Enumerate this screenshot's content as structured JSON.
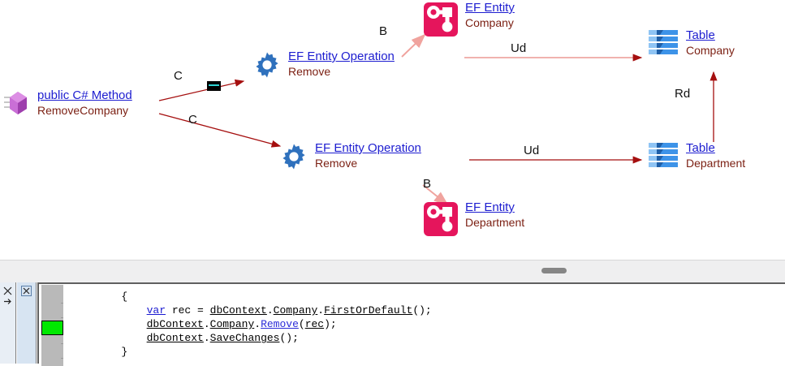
{
  "diagram": {
    "nodes": [
      {
        "id": "method",
        "icon": "csharp-method-cube-icon",
        "title": "public C# Method",
        "subtitle": "RemoveCompany"
      },
      {
        "id": "op-company",
        "icon": "gear-icon",
        "title": "EF Entity Operation",
        "subtitle": "Remove"
      },
      {
        "id": "op-department",
        "icon": "gear-icon",
        "title": "EF Entity Operation",
        "subtitle": "Remove"
      },
      {
        "id": "entity-company",
        "icon": "ef-entity-icon",
        "title": "EF Entity",
        "subtitle": "Company"
      },
      {
        "id": "entity-department",
        "icon": "ef-entity-icon",
        "title": "EF Entity",
        "subtitle": "Department"
      },
      {
        "id": "table-company",
        "icon": "database-table-icon",
        "title": "Table",
        "subtitle": "Company"
      },
      {
        "id": "table-department",
        "icon": "database-table-icon",
        "title": "Table",
        "subtitle": "Department"
      }
    ],
    "edges": [
      {
        "id": "c-top",
        "label": "C",
        "from": "method",
        "to": "op-company"
      },
      {
        "id": "c-bottom",
        "label": "C",
        "from": "method",
        "to": "op-department"
      },
      {
        "id": "b-top",
        "label": "B",
        "from": "op-company",
        "to": "entity-company"
      },
      {
        "id": "b-bottom",
        "label": "B",
        "from": "op-department",
        "to": "entity-department"
      },
      {
        "id": "ud-top",
        "label": "Ud",
        "from": "op-company",
        "to": "table-company"
      },
      {
        "id": "ud-bottom",
        "label": "Ud",
        "from": "op-department",
        "to": "table-department"
      },
      {
        "id": "rd",
        "label": "Rd",
        "from": "table-department",
        "to": "table-company"
      }
    ],
    "colors": {
      "link_text": "#1d1dd0",
      "sub_text": "#7b1f12",
      "arrow_dark_red": "#a50f0f",
      "arrow_light_red": "#e8837f",
      "arrow_pink": "#f3b2ad",
      "gear_blue": "#2f71bd",
      "entity_pink": "#e5155c",
      "table_blue": "#3d93e8",
      "cube_purple": "#c05ecb"
    }
  },
  "splitter": {
    "grip": "splitter-grip"
  },
  "code_pane": {
    "dock_icons": {
      "close_a": "✕",
      "arrow_a": "→",
      "close_b": "✕"
    },
    "bookmark": "bookmark-marker",
    "lines": [
      {
        "indent": "        ",
        "segments": [
          {
            "text": "{",
            "style": "plain"
          }
        ]
      },
      {
        "indent": "            ",
        "segments": [
          {
            "text": "var",
            "style": "kw"
          },
          {
            "text": " rec = ",
            "style": "plain"
          },
          {
            "text": "dbContext",
            "style": "id-u"
          },
          {
            "text": ".",
            "style": "plain"
          },
          {
            "text": "Company",
            "style": "id-u"
          },
          {
            "text": ".",
            "style": "plain"
          },
          {
            "text": "FirstOrDefault",
            "style": "id-u"
          },
          {
            "text": "();",
            "style": "plain"
          }
        ]
      },
      {
        "indent": "            ",
        "segments": [
          {
            "text": "dbContext",
            "style": "id-u"
          },
          {
            "text": ".",
            "style": "plain"
          },
          {
            "text": "Company",
            "style": "id-u"
          },
          {
            "text": ".",
            "style": "plain"
          },
          {
            "text": "Remove",
            "style": "mth"
          },
          {
            "text": "(",
            "style": "plain"
          },
          {
            "text": "rec",
            "style": "id-u"
          },
          {
            "text": ");",
            "style": "plain"
          }
        ]
      },
      {
        "indent": "            ",
        "segments": [
          {
            "text": "dbContext",
            "style": "id-u"
          },
          {
            "text": ".",
            "style": "plain"
          },
          {
            "text": "SaveChanges",
            "style": "id-u"
          },
          {
            "text": "();",
            "style": "plain"
          }
        ]
      },
      {
        "indent": "        ",
        "segments": [
          {
            "text": "}",
            "style": "plain"
          }
        ]
      }
    ]
  }
}
